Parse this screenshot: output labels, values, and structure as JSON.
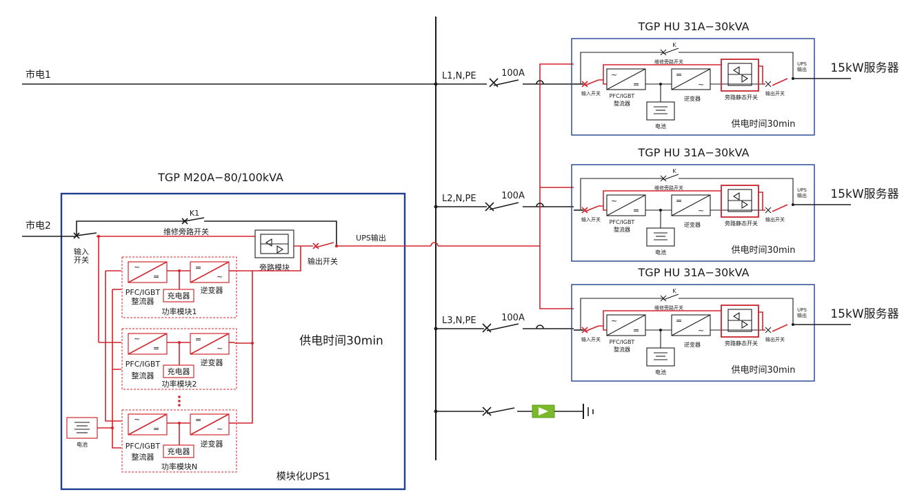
{
  "left_ups": {
    "title": "TGP M20A−80/100kVA",
    "footer": "模块化UPS1",
    "time": "供电时间30min",
    "mains": "市电2",
    "k_label": "K1",
    "maint_bypass": "维修旁路开关",
    "input_switch_1": "输入",
    "input_switch_2": "开关",
    "bypass_module": "旁路模块",
    "output_switch": "输出开关",
    "ups_out": "UPS输出",
    "battery": "电池",
    "power_modules": [
      {
        "rect_1": "PFC/IGBT",
        "rect_2": "整流器",
        "charger": "充电器",
        "inverter": "逆变器",
        "name": "功率模块1"
      },
      {
        "rect_1": "PFC/IGBT",
        "rect_2": "整流器",
        "charger": "充电器",
        "inverter": "逆变器",
        "name": "功率模块2"
      },
      {
        "rect_1": "PFC/IGBT",
        "rect_2": "整流器",
        "charger": "充电器",
        "inverter": "逆变器",
        "name": "功率模块N"
      }
    ]
  },
  "bus": {
    "mains": "市电1",
    "branches": [
      {
        "phase": "L1,N,PE",
        "breaker": "100A"
      },
      {
        "phase": "L2,N,PE",
        "breaker": "100A"
      },
      {
        "phase": "L3,N,PE",
        "breaker": "100A"
      }
    ]
  },
  "right_ups": [
    {
      "title": "TGP HU 31A−30kVA",
      "k": "K",
      "maint": "维修旁路开关",
      "in_sw": "输入开关",
      "rect_1": "PFC/IGBT",
      "rect_2": "整流器",
      "inverter": "逆变器",
      "battery": "电池",
      "static_sw": "旁路静态开关",
      "out_sw": "输出开关",
      "ups_out_1": "UPS",
      "ups_out_2": "输出",
      "time": "供电时间30min",
      "load": "15kW服务器"
    },
    {
      "title": "TGP HU 31A−30kVA",
      "k": "K",
      "maint": "维修旁路开关",
      "in_sw": "输入开关",
      "rect_1": "PFC/IGBT",
      "rect_2": "整流器",
      "inverter": "逆变器",
      "battery": "电池",
      "static_sw": "旁路静态开关",
      "out_sw": "输出开关",
      "ups_out_1": "UPS",
      "ups_out_2": "输出",
      "time": "供电时间30min",
      "load": "15kW服务器"
    },
    {
      "title": "TGP HU 31A−30kVA",
      "k": "K",
      "maint": "维修旁路开关",
      "in_sw": "输入开关",
      "rect_1": "PFC/IGBT",
      "rect_2": "整流器",
      "inverter": "逆变器",
      "battery": "电池",
      "static_sw": "旁路静态开关",
      "out_sw": "输出开关",
      "ups_out_1": "UPS",
      "ups_out_2": "输出",
      "time": "供电时间30min",
      "load": "15kW服务器"
    }
  ],
  "colors": {
    "line": "#1a1a1a",
    "power_path": "#d0242b",
    "frame": "#1e3f8f",
    "spd": "#7ab929"
  }
}
